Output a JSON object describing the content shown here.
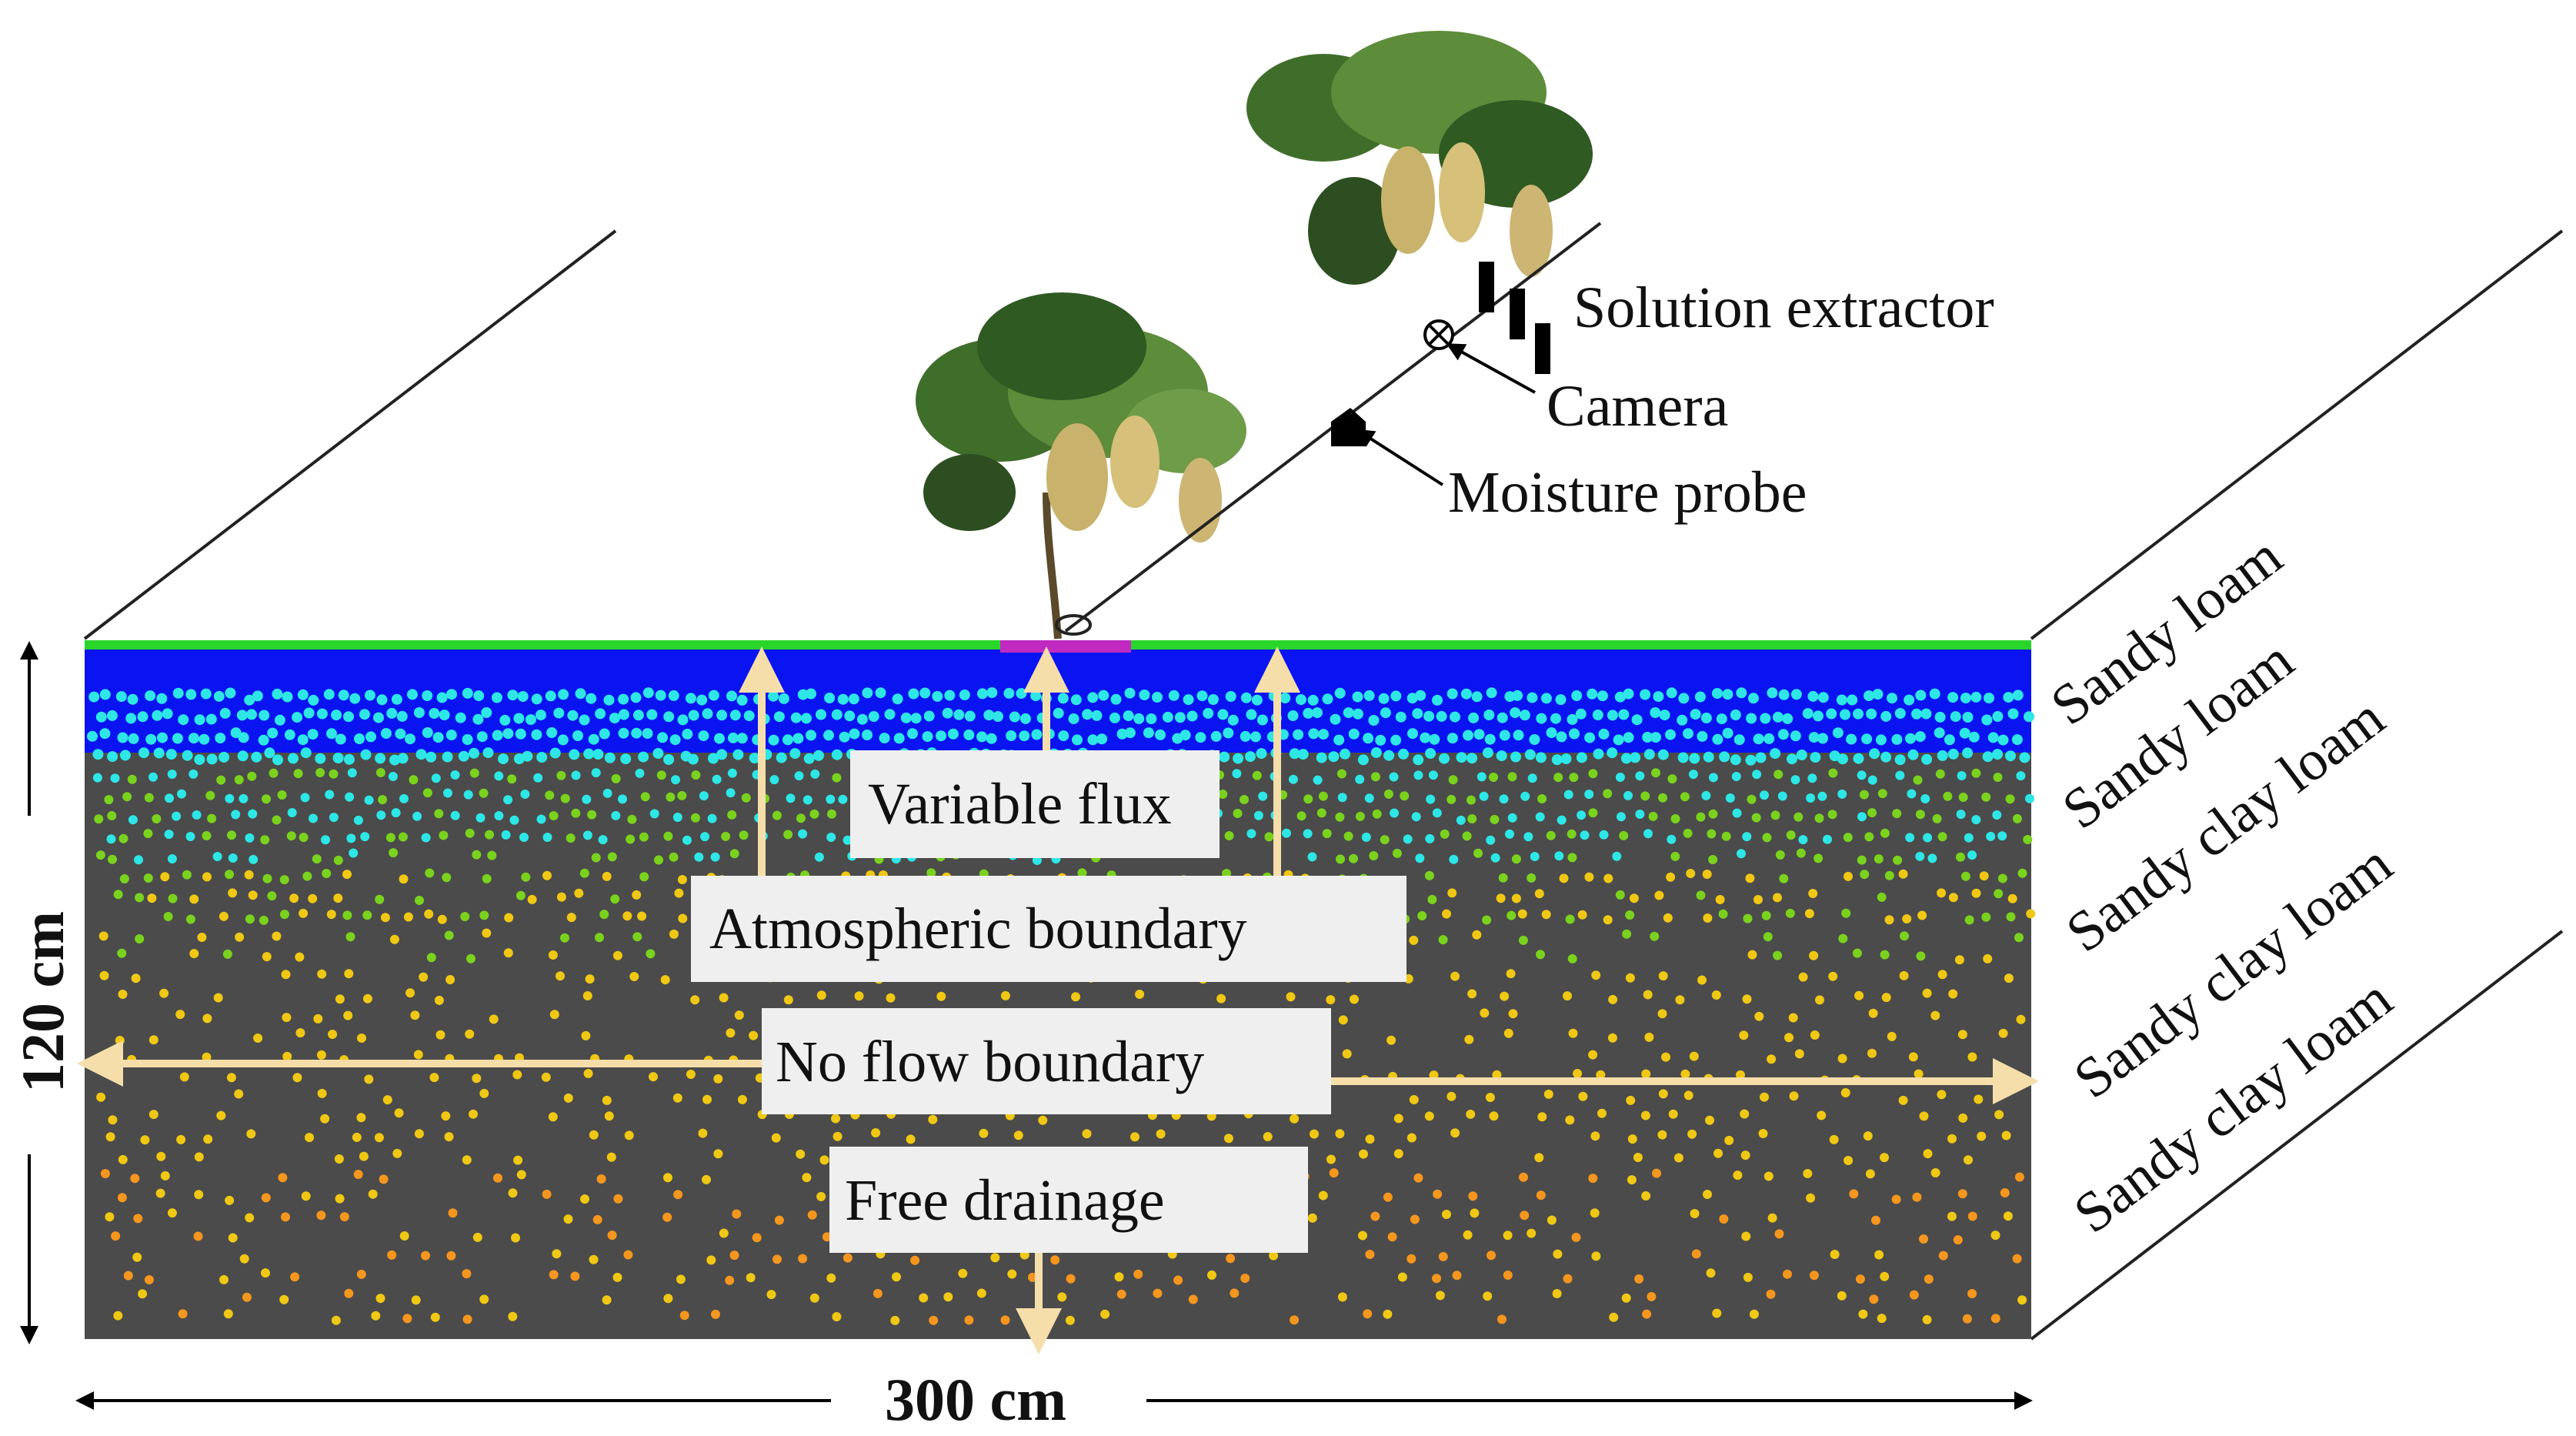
{
  "boundary_labels": {
    "variable_flux": "Variable flux",
    "atmospheric": "Atmospheric boundary",
    "no_flow": "No flow boundary",
    "free_drainage": "Free drainage"
  },
  "instruments": {
    "solution_extractor": "Solution extractor",
    "camera": "Camera",
    "moisture_probe": "Moisture probe"
  },
  "dimensions": {
    "depth": "120 cm",
    "width": "300 cm"
  },
  "soil_layers": [
    "Sandy loam",
    "Sandy loam",
    "Sandy clay loam",
    "Sandy clay loam",
    "Sandy clay loam"
  ],
  "colors": {
    "saturated_top": "#0a14f0",
    "cyan_zone": "#2ee6e6",
    "green_zone": "#7ad21e",
    "yellow_zone": "#f0c814",
    "orange_zone": "#f5961e",
    "soil_background": "#4b4b4b",
    "surface_line": "#2ad52a",
    "emitter": "#c02ac0",
    "arrow": "#f5deaa"
  }
}
